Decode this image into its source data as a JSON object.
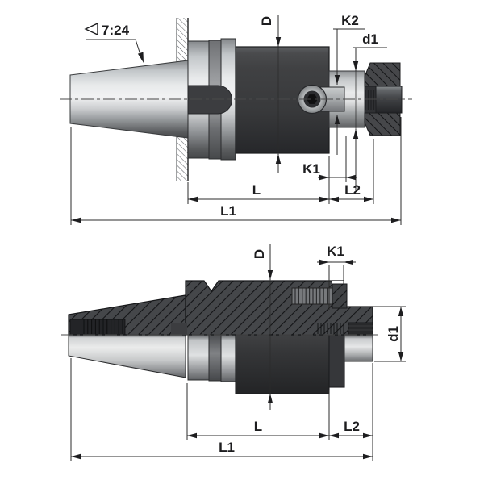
{
  "drawing": {
    "type": "technical-drawing-tool-holder",
    "colors": {
      "background": "#ffffff",
      "body_dark": "#3a3b3d",
      "metal_light": "#e9ebec",
      "section_fill": "#45474a",
      "hatch_line": "#131416",
      "dimension_line": "#2b2b2b"
    },
    "top_view": {
      "taper_label": "7:24",
      "d_label": "D",
      "k2_label": "K2",
      "d1_label": "d1",
      "k1_label": "K1",
      "l_label": "L",
      "l2_label": "L2",
      "l1_label": "L1"
    },
    "bottom_view": {
      "d_label": "D",
      "k1_label": "K1",
      "d1_label": "d1",
      "l_label": "L",
      "l2_label": "L2",
      "l1_label": "L1"
    }
  }
}
